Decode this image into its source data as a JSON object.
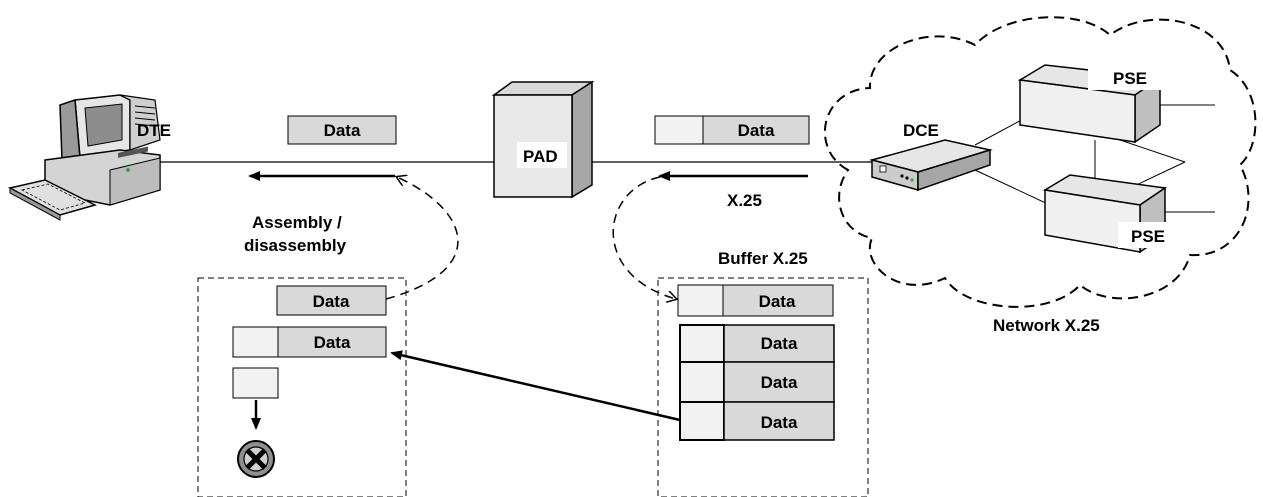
{
  "labels": {
    "dte": "DTE",
    "pad": "PAD",
    "dce": "DCE",
    "pse_top": "PSE",
    "pse_bottom": "PSE",
    "x25": "X.25",
    "assembly_line1": "Assembly /",
    "assembly_line2": "disassembly",
    "buffer": "Buffer X.25",
    "network": "Network X.25"
  },
  "packets": {
    "dte_link": "Data",
    "pad_link": "Data",
    "assembly_top": "Data",
    "assembly_mid": "Data",
    "buffer_1": "Data",
    "buffer_2": "Data",
    "buffer_3": "Data",
    "buffer_4": "Data"
  },
  "colors": {
    "packet_data": "#d9d9d9",
    "packet_header": "#f2f2f2",
    "line": "#000000"
  }
}
